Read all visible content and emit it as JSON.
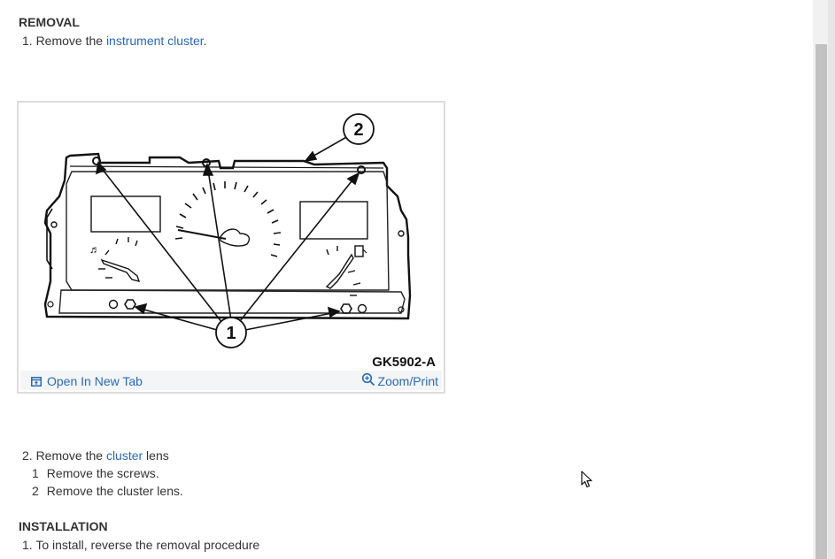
{
  "removal": {
    "heading": "REMOVAL",
    "step1_prefix": "1. Remove the ",
    "step1_link": "instrument cluster",
    "step1_suffix": "."
  },
  "figure": {
    "callout_1": "1",
    "callout_2": "2",
    "code": "GK5902-A",
    "open_tab_label": "Open In New Tab",
    "zoom_label": "Zoom/Print"
  },
  "removal_step2": {
    "prefix": "2. Remove the ",
    "link": "cluster",
    "suffix": " lens",
    "substeps": [
      {
        "num": "1",
        "text": "Remove the screws."
      },
      {
        "num": "2",
        "text": "Remove the cluster lens."
      }
    ]
  },
  "installation": {
    "heading": "INSTALLATION",
    "step1": "1. To install, reverse the removal procedure"
  }
}
